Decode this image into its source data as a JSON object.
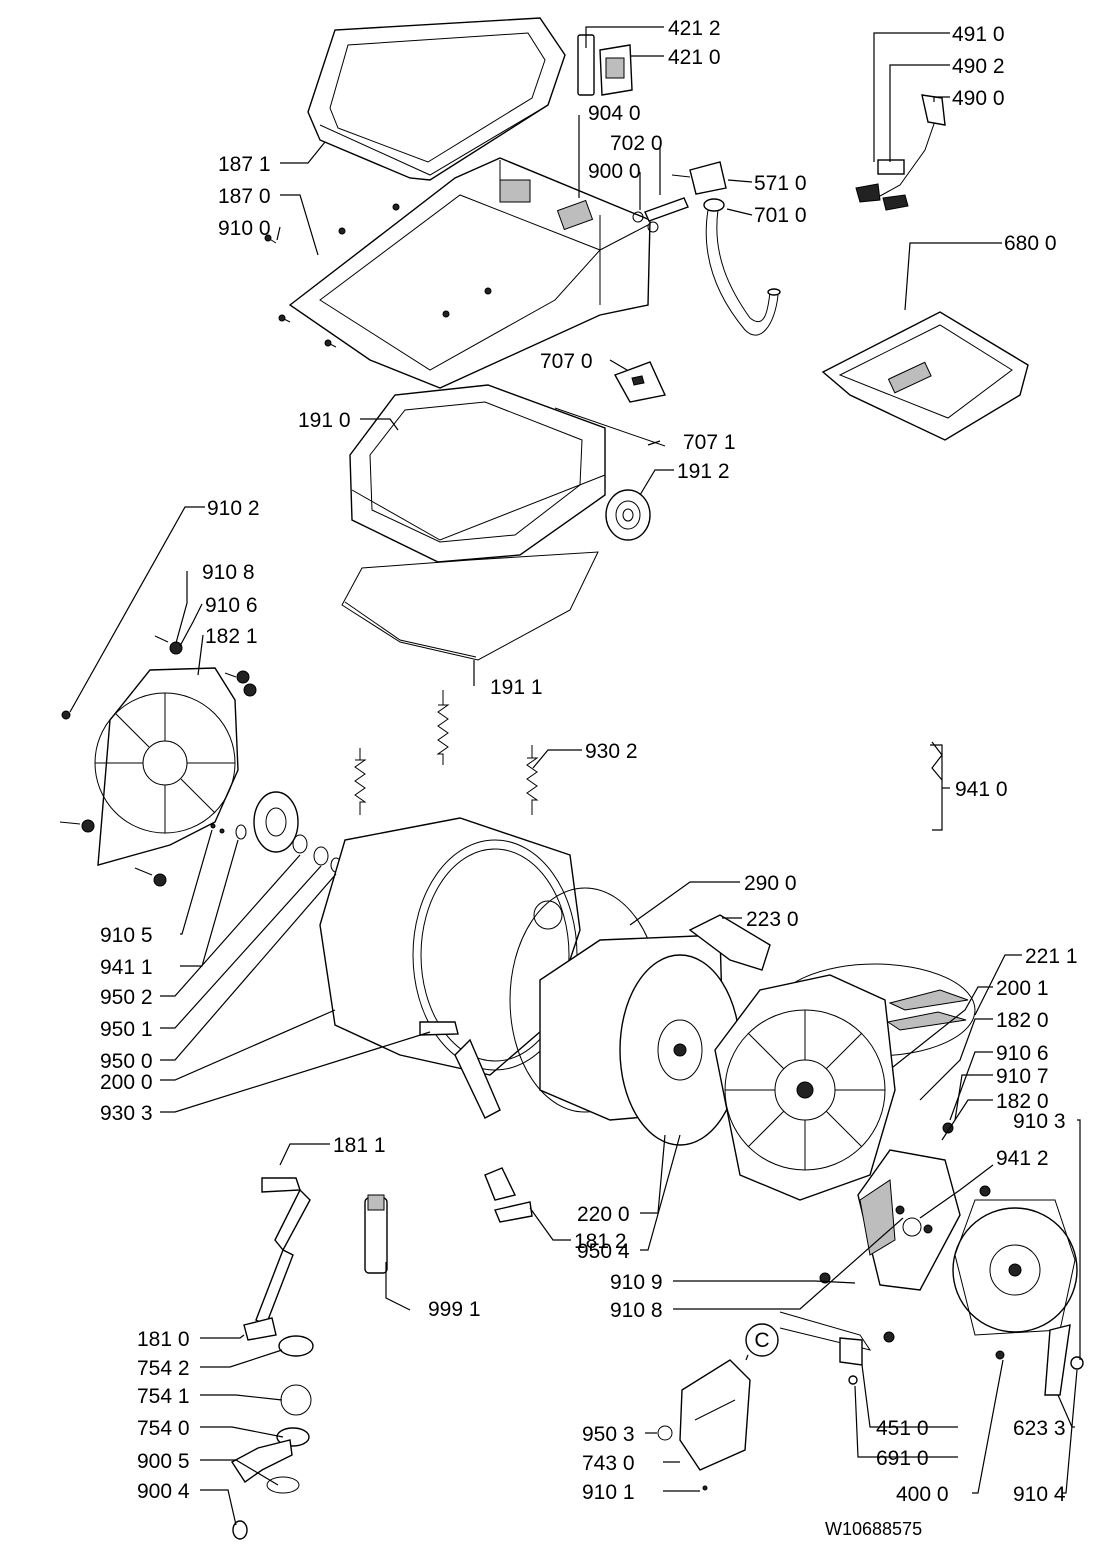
{
  "diagram": {
    "document_code": "W10688575",
    "callout_c": "C",
    "labels": [
      {
        "id": "4212",
        "text": "421 2"
      },
      {
        "id": "4210",
        "text": "421 0"
      },
      {
        "id": "4910",
        "text": "491 0"
      },
      {
        "id": "4902",
        "text": "490 2"
      },
      {
        "id": "4900",
        "text": "490 0"
      },
      {
        "id": "9040",
        "text": "904 0"
      },
      {
        "id": "7020",
        "text": "702 0"
      },
      {
        "id": "9000",
        "text": "900 0"
      },
      {
        "id": "5710",
        "text": "571 0"
      },
      {
        "id": "7010",
        "text": "701 0"
      },
      {
        "id": "1871",
        "text": "187 1"
      },
      {
        "id": "1870",
        "text": "187 0"
      },
      {
        "id": "9100",
        "text": "910 0"
      },
      {
        "id": "6800",
        "text": "680 0"
      },
      {
        "id": "7070",
        "text": "707 0"
      },
      {
        "id": "1910",
        "text": "191 0"
      },
      {
        "id": "7071",
        "text": "707 1"
      },
      {
        "id": "1912",
        "text": "191 2"
      },
      {
        "id": "9102",
        "text": "910 2"
      },
      {
        "id": "9108a",
        "text": "910 8"
      },
      {
        "id": "9106a",
        "text": "910 6"
      },
      {
        "id": "1821",
        "text": "182 1"
      },
      {
        "id": "1911",
        "text": "191 1"
      },
      {
        "id": "9302",
        "text": "930 2"
      },
      {
        "id": "9410",
        "text": "941 0"
      },
      {
        "id": "9105",
        "text": "910 5"
      },
      {
        "id": "9411",
        "text": "941 1"
      },
      {
        "id": "9502",
        "text": "950 2"
      },
      {
        "id": "9501",
        "text": "950 1"
      },
      {
        "id": "9500",
        "text": "950 0"
      },
      {
        "id": "2000",
        "text": "200 0"
      },
      {
        "id": "9303",
        "text": "930 3"
      },
      {
        "id": "2900",
        "text": "290 0"
      },
      {
        "id": "2230",
        "text": "223 0"
      },
      {
        "id": "2211",
        "text": "221 1"
      },
      {
        "id": "2001",
        "text": "200 1"
      },
      {
        "id": "1820a",
        "text": "182 0"
      },
      {
        "id": "9106b",
        "text": "910 6"
      },
      {
        "id": "9107",
        "text": "910 7"
      },
      {
        "id": "1820b",
        "text": "182 0"
      },
      {
        "id": "9103",
        "text": "910 3"
      },
      {
        "id": "9412",
        "text": "941 2"
      },
      {
        "id": "1811",
        "text": "181 1"
      },
      {
        "id": "2200",
        "text": "220 0"
      },
      {
        "id": "1812",
        "text": "181 2"
      },
      {
        "id": "9504",
        "text": "950 4"
      },
      {
        "id": "9991",
        "text": "999 1"
      },
      {
        "id": "9109",
        "text": "910 9"
      },
      {
        "id": "9108b",
        "text": "910 8"
      },
      {
        "id": "1810",
        "text": "181 0"
      },
      {
        "id": "7542",
        "text": "754 2"
      },
      {
        "id": "7541",
        "text": "754 1"
      },
      {
        "id": "7540",
        "text": "754 0"
      },
      {
        "id": "9005",
        "text": "900 5"
      },
      {
        "id": "9004",
        "text": "900 4"
      },
      {
        "id": "9503",
        "text": "950 3"
      },
      {
        "id": "7430",
        "text": "743 0"
      },
      {
        "id": "9101",
        "text": "910 1"
      },
      {
        "id": "4510",
        "text": "451 0"
      },
      {
        "id": "6910",
        "text": "691 0"
      },
      {
        "id": "4000",
        "text": "400 0"
      },
      {
        "id": "6233",
        "text": "623 3"
      },
      {
        "id": "9104",
        "text": "910 4"
      }
    ]
  }
}
